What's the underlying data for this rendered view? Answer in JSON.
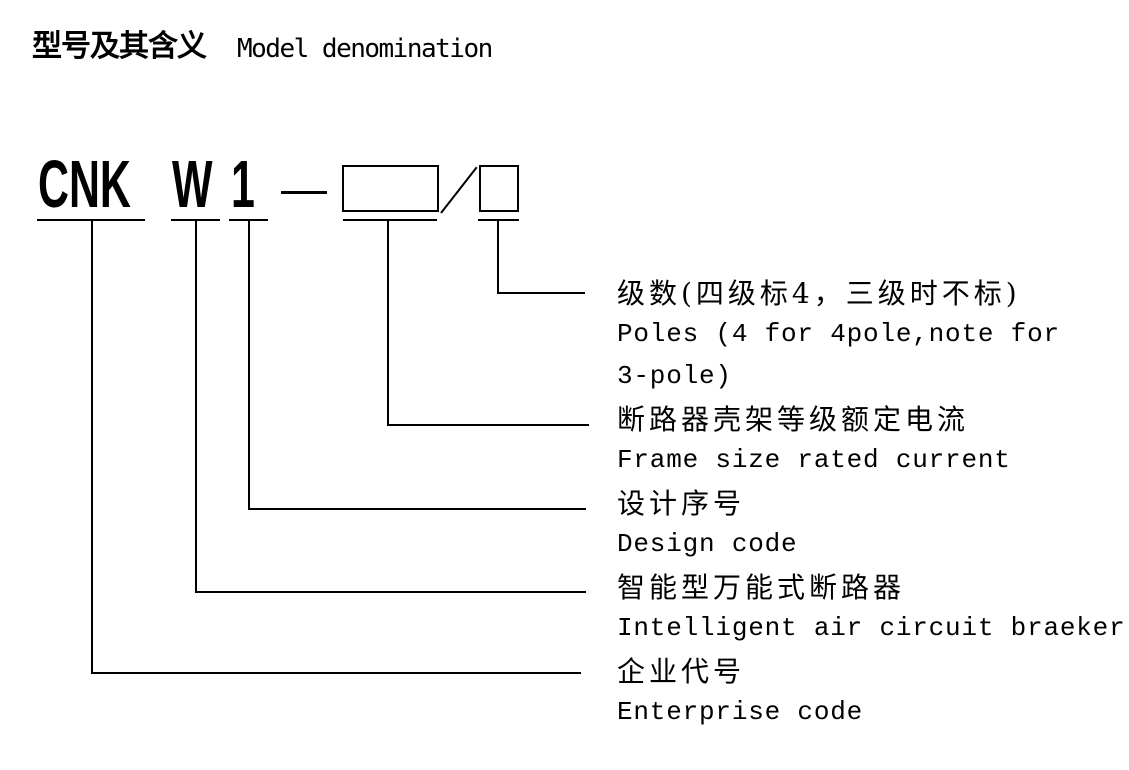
{
  "header": {
    "title_zh": "型号及其含义",
    "title_en": "Model denomination"
  },
  "model_code": {
    "enterprise_code": "CNK",
    "breaker_type": "W",
    "design_number": "1",
    "separator": "-",
    "pole_divider": "/"
  },
  "labels": [
    {
      "id": "poles",
      "zh": "级数(四级标4，三级时不标)",
      "en": "Poles (4 for 4pole,note for",
      "en2": "3-pole)"
    },
    {
      "id": "frame-size",
      "zh": "断路器壳架等级额定电流",
      "en": "Frame size rated current"
    },
    {
      "id": "design-code",
      "zh": "设计序号",
      "en": "Design code"
    },
    {
      "id": "breaker-type",
      "zh": "智能型万能式断路器",
      "en": "Intelligent air circuit braeker"
    },
    {
      "id": "enterprise-code",
      "zh": "企业代号",
      "en": "Enterprise code"
    }
  ],
  "colors": {
    "ink": "#000000",
    "background": "#ffffff"
  }
}
